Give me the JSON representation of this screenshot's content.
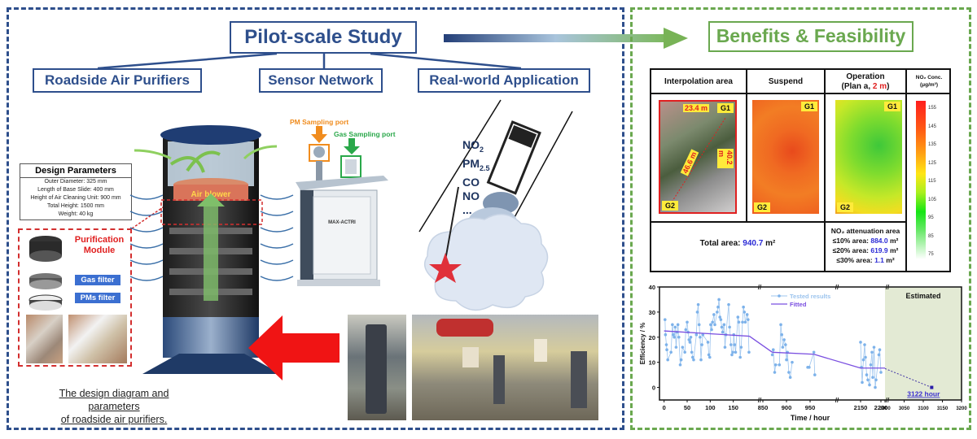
{
  "left_panel": {
    "title": "Pilot-scale Study",
    "subsections": [
      "Roadside Air Purifiers",
      "Sensor Network",
      "Real-world Application"
    ],
    "design_parameters": {
      "title": "Design Parameters",
      "rows": [
        "Outer Diameter: 325 mm",
        "Length of Base Slide: 400 mm",
        "Height of Air Cleaning Unit: 900 mm",
        "Total Height: 1500 mm",
        "Weight: 40 kg"
      ]
    },
    "purification_module": {
      "title_line1": "Purification",
      "title_line2": "Module",
      "gas_filter": "Gas filter",
      "pm_filter": "PMs filter"
    },
    "air_blower_label": "Air blower",
    "caption_line1": "The design diagram and parameters",
    "caption_line2": "of roadside air purifiers.",
    "sensor": {
      "pm_port": "PM Sampling port",
      "gas_port": "Gas Sampling port",
      "brand": "MAX-ACTRI"
    },
    "pollutants": [
      "NO",
      "PM",
      "CO",
      "NO",
      "..."
    ],
    "pollutant_subscripts": [
      "2",
      "2.5",
      "",
      "",
      ""
    ]
  },
  "right_panel": {
    "title": "Benefits & Feasibility",
    "table": {
      "headers": {
        "interpolation": "Interpolation area",
        "suspend": "Suspend",
        "operation_line1": "Operation",
        "operation_line2_pre": "(Plan a, ",
        "operation_line2_val": "2 m",
        "operation_line2_post": ")",
        "conc_line1": "NO₂ Conc.",
        "conc_line2": "(μg/m³)"
      },
      "map_labels": {
        "g1": "G1",
        "g2": "G2",
        "dim_top": "23.4 m",
        "dim_diag": "46.6 m",
        "dim_right": "40.2 m"
      },
      "total_area_label": "Total area: ",
      "total_area_value": "940.7",
      "area_unit": "m²",
      "attenuation": {
        "title": "NO₂ attenuation area",
        "rows": [
          {
            "label": "≤10% area: ",
            "value": "884.0"
          },
          {
            "label": "≤20% area: ",
            "value": "619.9"
          },
          {
            "label": "≤30% area: ",
            "value": "1.1"
          }
        ]
      },
      "colorbar_ticks": [
        "155",
        "145",
        "135",
        "125",
        "115",
        "105",
        "95",
        "85",
        "75"
      ]
    }
  },
  "chart_data": {
    "type": "scatter",
    "title": "",
    "xlabel": "Time / hour",
    "ylabel": "Efficiency / %",
    "ylim": [
      -5,
      40
    ],
    "yticks": [
      0,
      10,
      20,
      30,
      40
    ],
    "x_segments": [
      {
        "range": [
          -10,
          200
        ],
        "ticks": [
          0,
          50,
          100,
          150
        ]
      },
      {
        "range": [
          850,
          1000
        ],
        "ticks": [
          850,
          900,
          950
        ]
      },
      {
        "range": [
          2100,
          2210
        ],
        "ticks": [
          2150,
          2200
        ]
      },
      {
        "range": [
          3000,
          3200
        ],
        "ticks": [
          3000,
          3050,
          3100,
          3150,
          3200
        ]
      }
    ],
    "estimated_region_label": "Estimated",
    "annotation": "3122 hour",
    "legend": {
      "tested": "Tested results",
      "fitted": "Fitted",
      "position": "top-center"
    },
    "series": [
      {
        "name": "Tested results",
        "points": [
          [
            2,
            27
          ],
          [
            3,
            21
          ],
          [
            5,
            17
          ],
          [
            6,
            15
          ],
          [
            8,
            11
          ],
          [
            15,
            14
          ],
          [
            18,
            25
          ],
          [
            20,
            21
          ],
          [
            22,
            20
          ],
          [
            24,
            24
          ],
          [
            26,
            16
          ],
          [
            28,
            22
          ],
          [
            30,
            25
          ],
          [
            32,
            20
          ],
          [
            35,
            9
          ],
          [
            37,
            11
          ],
          [
            40,
            16
          ],
          [
            45,
            14
          ],
          [
            47,
            23
          ],
          [
            50,
            26
          ],
          [
            52,
            22
          ],
          [
            54,
            19
          ],
          [
            56,
            18
          ],
          [
            58,
            20
          ],
          [
            60,
            14
          ],
          [
            62,
            12
          ],
          [
            64,
            11
          ],
          [
            70,
            21
          ],
          [
            72,
            30
          ],
          [
            74,
            33
          ],
          [
            76,
            25
          ],
          [
            78,
            20
          ],
          [
            80,
            11
          ],
          [
            82,
            17
          ],
          [
            84,
            21
          ],
          [
            95,
            18
          ],
          [
            97,
            13
          ],
          [
            99,
            12
          ],
          [
            101,
            25
          ],
          [
            103,
            23
          ],
          [
            105,
            26
          ],
          [
            108,
            29
          ],
          [
            110,
            25
          ],
          [
            115,
            30
          ],
          [
            117,
            32
          ],
          [
            119,
            35
          ],
          [
            121,
            28
          ],
          [
            123,
            27
          ],
          [
            125,
            24
          ],
          [
            127,
            22
          ],
          [
            130,
            25
          ],
          [
            132,
            16
          ],
          [
            134,
            21
          ],
          [
            140,
            33
          ],
          [
            142,
            24
          ],
          [
            145,
            17
          ],
          [
            147,
            13
          ],
          [
            149,
            14
          ],
          [
            151,
            21
          ],
          [
            153,
            17
          ],
          [
            155,
            14
          ],
          [
            160,
            28
          ],
          [
            162,
            26
          ],
          [
            165,
            12
          ],
          [
            167,
            16
          ],
          [
            170,
            26
          ],
          [
            172,
            32
          ],
          [
            174,
            30
          ],
          [
            176,
            26
          ],
          [
            180,
            29
          ],
          [
            182,
            27
          ],
          [
            184,
            14
          ],
          [
            870,
            13
          ],
          [
            872,
            15
          ],
          [
            875,
            6
          ],
          [
            877,
            9
          ],
          [
            885,
            9
          ],
          [
            888,
            25
          ],
          [
            890,
            21
          ],
          [
            892,
            16
          ],
          [
            895,
            19
          ],
          [
            898,
            17
          ],
          [
            900,
            11
          ],
          [
            902,
            14
          ],
          [
            905,
            6
          ],
          [
            908,
            4
          ],
          [
            912,
            10
          ],
          [
            945,
            8
          ],
          [
            948,
            8
          ],
          [
            958,
            14
          ],
          [
            960,
            5
          ],
          [
            2150,
            18
          ],
          [
            2152,
            8
          ],
          [
            2154,
            2
          ],
          [
            2157,
            11
          ],
          [
            2160,
            17
          ],
          [
            2162,
            12
          ],
          [
            2165,
            5
          ],
          [
            2168,
            3
          ],
          [
            2172,
            1
          ],
          [
            2175,
            9
          ],
          [
            2178,
            14
          ],
          [
            2180,
            4
          ],
          [
            2183,
            16
          ],
          [
            2186,
            0
          ],
          [
            2188,
            3
          ],
          [
            2195,
            13
          ],
          [
            2197,
            15
          ],
          [
            2200,
            6
          ]
        ]
      },
      {
        "name": "Fitted",
        "points": [
          [
            0,
            22.5
          ],
          [
            185,
            20.4
          ],
          [
            870,
            14
          ],
          [
            958,
            13.2
          ],
          [
            2150,
            7.7
          ],
          [
            2210,
            7.7
          ]
        ]
      },
      {
        "name": "Estimated",
        "points": [
          [
            3000,
            7.5
          ],
          [
            3122,
            0
          ]
        ]
      }
    ]
  }
}
